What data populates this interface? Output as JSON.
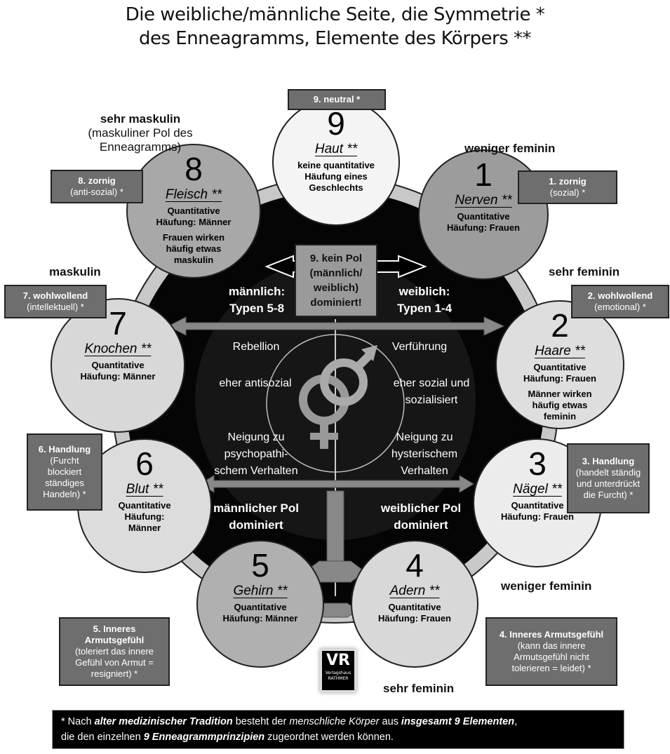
{
  "title": {
    "line1": "Die weibliche/männliche Seite, die Symmetrie *",
    "line2": "des Enneagramms, Elemente des Körpers **"
  },
  "types": [
    {
      "num": "9",
      "element": "Haut **",
      "text": "keine quantitative Häufung eines Geschlechts",
      "box_title": "9. neutral *",
      "box_sub": ""
    },
    {
      "num": "8",
      "element": "Fleisch **",
      "text": "Quantitative Häufung: Männer",
      "extra": "Frauen wirken häufig etwas maskulin",
      "box_title": "8. zornig",
      "box_sub": "(anti-sozial) *"
    },
    {
      "num": "1",
      "element": "Nerven **",
      "text": "Quantitative Häufung: Frauen",
      "box_title": "1. zornig",
      "box_sub": "(sozial) *"
    },
    {
      "num": "7",
      "element": "Knochen **",
      "text": "Quantitative Häufung: Männer",
      "box_title": "7. wohlwollend",
      "box_sub": "(intellektuell) *"
    },
    {
      "num": "2",
      "element": "Haare **",
      "text": "Quantitative Häufung: Frauen",
      "extra": "Männer wirken häufig etwas feminin",
      "box_title": "2. wohlwollend",
      "box_sub": "(emotional) *"
    },
    {
      "num": "6",
      "element": "Blut **",
      "text": "Quantitative Häufung: Männer",
      "box_title": "6. Handlung",
      "box_sub": "(Furcht blockiert ständiges Handeln) *"
    },
    {
      "num": "3",
      "element": "Nägel **",
      "text": "Quantitative Häufung: Frauen",
      "box_title": "3. Handlung",
      "box_sub": "(handelt ständig und unterdrückt die Furcht) *"
    },
    {
      "num": "5",
      "element": "Gehirn **",
      "text": "Quantitative Häufung: Männer",
      "box_title": "5. Inneres Armutsgefühl",
      "box_sub": "(toleriert das innere Gefühl von Armut = resigniert) *"
    },
    {
      "num": "4",
      "element": "Adern **",
      "text": "Quantitative Häufung: Frauen",
      "box_title": "4. Inneres Armutsgefühl",
      "box_sub": "(kann das innere Armutsgefühl nicht tolerieren = leidet) *"
    }
  ],
  "labels": {
    "sehr_maskulin": "sehr maskulin",
    "sehr_maskulin_sub": "(maskuliner Pol des Enneagramms)",
    "maskulin": "maskulin",
    "weniger_feminin_top": "weniger feminin",
    "sehr_feminin_right": "sehr feminin",
    "weniger_feminin_bottom": "weniger feminin",
    "sehr_feminin_bottom": "sehr feminin"
  },
  "center": {
    "kein_pol": "9. kein Pol (männlich/ weiblich) dominiert!",
    "maennlich": "männlich: Typen 5-8",
    "weiblich": "weiblich: Typen 1-4",
    "rebellion": "Rebellion",
    "verfuehrung": "Verführung",
    "antisozial": "eher antisozial",
    "sozial": "eher sozial und sozialisiert",
    "psycho": "Neigung zu psychopathi-schem Verhalten",
    "hyster": "Neigung zu hysterischem Verhalten",
    "m_pol": "männlicher Pol dominiert",
    "w_pol": "weiblicher Pol dominiert"
  },
  "logo": {
    "text": "VR",
    "sub": "Verlagshaus RATHMER"
  },
  "footnote": {
    "p1": "* Nach ",
    "b1": "alter medizinischer Tradition",
    "p2": " besteht der ",
    "i1": "menschliche Körper",
    "p3": " aus ",
    "b2": "insgesamt 9 Elementen",
    "p4": ",",
    "line2a": "die den einzelnen ",
    "b3": "9 Enneagrammprinzipien",
    "line2b": " zugeordnet werden können."
  }
}
